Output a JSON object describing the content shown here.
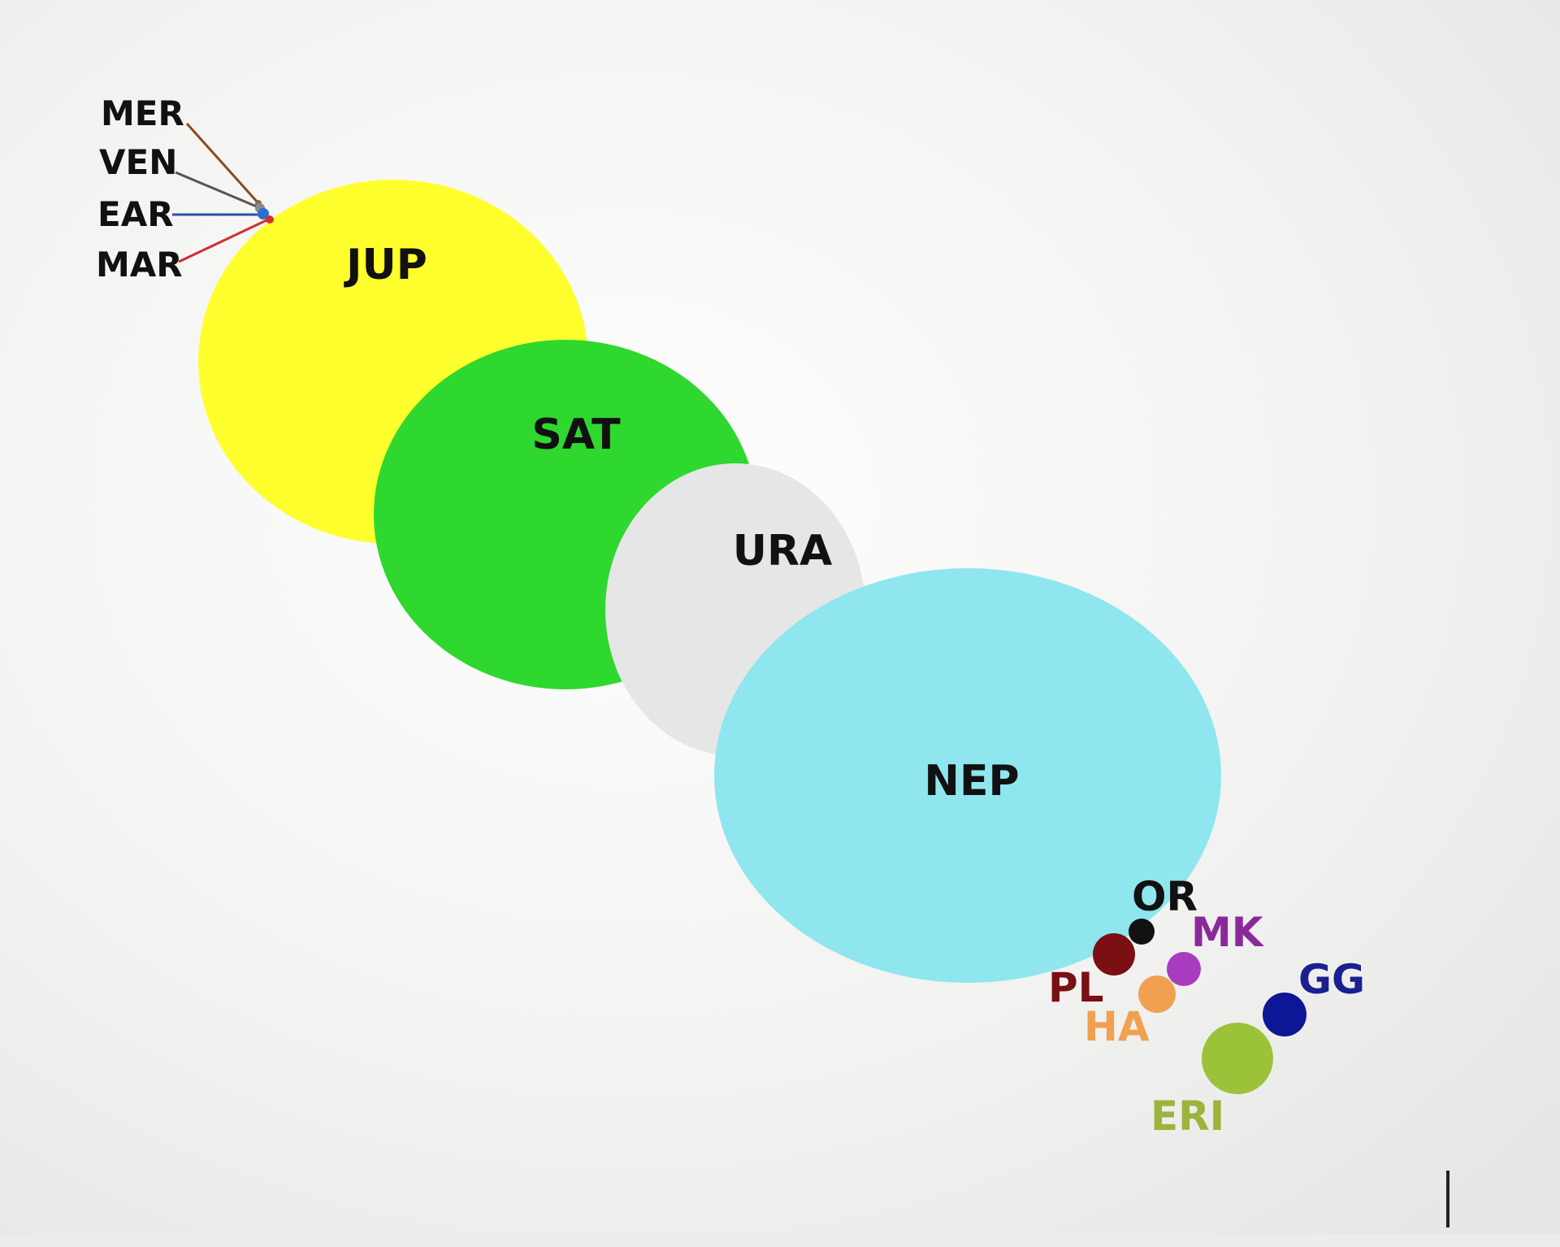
{
  "diagram": {
    "bodies": [
      {
        "id": "jupiter",
        "label": "JUP",
        "color": "#ffff2e"
      },
      {
        "id": "saturn",
        "label": "SAT",
        "color": "#2ed82e"
      },
      {
        "id": "uranus",
        "label": "URA",
        "color": "#e6e6e6"
      },
      {
        "id": "neptune",
        "label": "NEP",
        "color": "#8fe6ee"
      }
    ],
    "inner_planets": [
      {
        "id": "mercury",
        "label": "MER",
        "line_color": "#8a4a22"
      },
      {
        "id": "venus",
        "label": "VEN",
        "line_color": "#555555"
      },
      {
        "id": "earth",
        "label": "EAR",
        "line_color": "#2a4fb0"
      },
      {
        "id": "mars",
        "label": "MAR",
        "line_color": "#d03030"
      }
    ],
    "dwarf_planets": [
      {
        "id": "orcus",
        "label": "OR",
        "color": "#111111",
        "label_color": "#111111"
      },
      {
        "id": "pluto",
        "label": "PL",
        "color": "#7a0f14",
        "label_color": "#7a0f14"
      },
      {
        "id": "makemake",
        "label": "MK",
        "color": "#a83cc0",
        "label_color": "#8a2a9a"
      },
      {
        "id": "haumea",
        "label": "HA",
        "color": "#f0a050",
        "label_color": "#f0a050"
      },
      {
        "id": "gonggong",
        "label": "GG",
        "color": "#0d1696",
        "label_color": "#1a2090"
      },
      {
        "id": "eris",
        "label": "ERI",
        "color": "#9cc23a",
        "label_color": "#9cb43a"
      }
    ]
  }
}
